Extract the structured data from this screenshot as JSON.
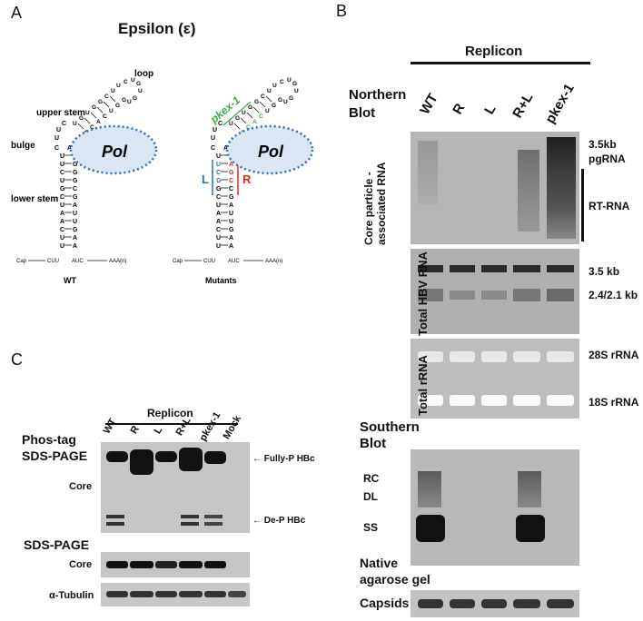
{
  "panelA": {
    "letter": "A",
    "title": "Epsilon (ε)",
    "labels": {
      "loop": "loop",
      "upper_stem": "upper stem",
      "bulge": "bulge",
      "lower_stem": "lower stem",
      "pol": "Pol"
    },
    "wt": {
      "caption": "WT",
      "cap": "Cap",
      "cuu": "CUU",
      "auc": "AUC",
      "aaa": "AAA(n)"
    },
    "mutants": {
      "caption": "Mutants",
      "cap": "Cap",
      "cuu": "CUU",
      "auc": "AUC",
      "aaa": "AAA(n)",
      "pkex": "pkex-1",
      "L": "L",
      "R": "R"
    },
    "colors": {
      "pol_fill": "#dbe6f4",
      "pol_border": "#2f6db5",
      "L": "#2f6db5",
      "R": "#e0261f",
      "pkex": "#3aa843"
    }
  },
  "panelB": {
    "letter": "B",
    "replicon": "Replicon",
    "northern": "Northern",
    "blot": "Blot",
    "lanes": [
      "WT",
      "R",
      "L",
      "R+L",
      "pkex-1"
    ],
    "row_labels": {
      "core": "Core particle - associated RNA",
      "total_hbv": "Total HBV RNA",
      "total_rrna": "Total rRNA"
    },
    "side_labels": {
      "pg1": "3.5kb",
      "pg2": "pgRNA",
      "rt": "RT-RNA",
      "kb35": "3.5 kb",
      "kb24": "2.4/2.1 kb",
      "s28": "28S rRNA",
      "s18": "18S rRNA",
      "rc": "RC",
      "dl": "DL",
      "ss": "SS"
    },
    "southern": "Southern",
    "southern_blot": "Blot",
    "native1": "Native",
    "native2": "agarose gel",
    "capsids": "Capsids"
  },
  "panelC": {
    "letter": "C",
    "replicon": "Replicon",
    "phos1": "Phos-tag",
    "phos2": "SDS-PAGE",
    "lanes": [
      "WT",
      "R",
      "L",
      "R+L",
      "pkex-1",
      "Mock"
    ],
    "core": "Core",
    "fully": "Fully-P HBc",
    "dep": "De-P HBc",
    "sds": "SDS-PAGE",
    "core2": "Core",
    "tubulin": "α-Tubulin"
  }
}
